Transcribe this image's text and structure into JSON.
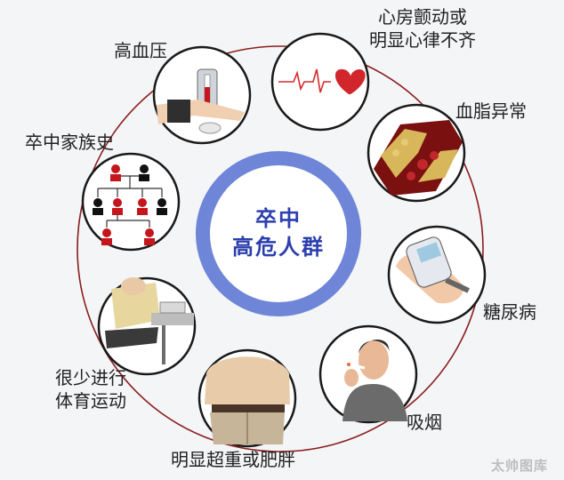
{
  "center": {
    "line1": "卒中",
    "line2": "高危人群"
  },
  "risk_factors": [
    {
      "label_line1": "心房颤动或",
      "label_line2": "明显心律不齐",
      "icon": "heart-ecg-icon"
    },
    {
      "label_line1": "血脂异常",
      "label_line2": "",
      "icon": "blood-vessel-plaque-icon"
    },
    {
      "label_line1": "糖尿病",
      "label_line2": "",
      "icon": "glucose-meter-icon"
    },
    {
      "label_line1": "吸烟",
      "label_line2": "",
      "icon": "smoking-man-icon"
    },
    {
      "label_line1": "明显超重或肥胖",
      "label_line2": "",
      "icon": "obese-belly-icon"
    },
    {
      "label_line1": "很少进行",
      "label_line2": "体育运动",
      "icon": "sedentary-person-icon"
    },
    {
      "label_line1": "卒中家族史",
      "label_line2": "",
      "icon": "family-tree-icon"
    },
    {
      "label_line1": "高血压",
      "label_line2": "",
      "icon": "blood-pressure-cuff-icon"
    }
  ],
  "colors": {
    "ring": "#6f85d8",
    "center_text": "#2b3fae",
    "connector": "#8c1d1d",
    "bubble_border": "#1a1a1a"
  },
  "watermark": "太帅图库"
}
